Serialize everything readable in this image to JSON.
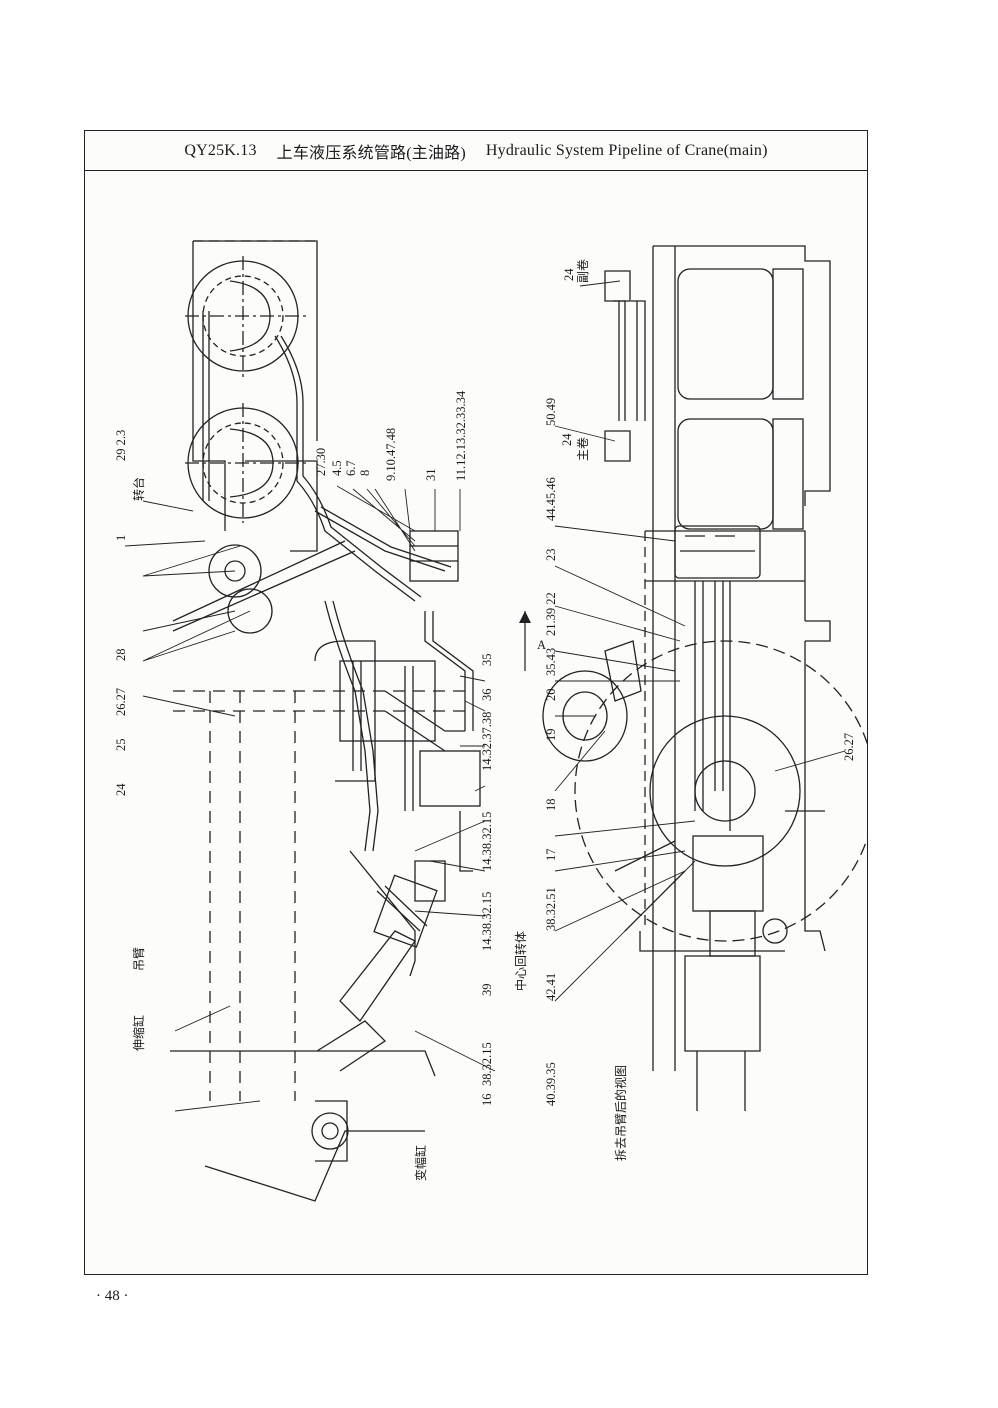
{
  "header": {
    "model_code": "QY25K.13",
    "title_cn": "上车液压系统管路(主油路)",
    "title_en": "Hydraulic System Pipeline of Crane(main)"
  },
  "left_view": {
    "part_labels": {
      "zhuantai": "转台",
      "l_29_2_3": "29 2.3",
      "l_1": "1",
      "l_28": "28",
      "l_26_27": "26.27",
      "l_25": "25",
      "l_24": "24",
      "l_27_30": "27.30",
      "l_4_5": "4.5",
      "l_6_7": "6.7",
      "l_8": "8",
      "l_9_10_47_48": "9.10.47.48",
      "l_31": "31",
      "l_11_12_13": "11.12.13.32.33.34",
      "l_35": "35",
      "l_36": "36",
      "l_32_37_38": "14.32.37.38",
      "l_14_38_32_15a": "14.38.32.15",
      "l_14_38_32_15b": "14.38.32.15",
      "l_39": "39",
      "l_38_32_15": "38.32.15",
      "l_16": "16",
      "zhongxin": "中心回转体",
      "diaobi": "吊臂",
      "shensuo": "伸缩缸",
      "bianfu": "变幅缸",
      "view_arrow": "A"
    }
  },
  "right_view": {
    "part_labels": {
      "l_24a": "24",
      "fujuan": "副卷",
      "l_50_49": "50.49",
      "l_24b": "24",
      "zhujuan": "主卷",
      "l_44_45_46": "44.45.46",
      "l_23": "23",
      "l_21_39_22": "21.39 22",
      "l_35_43": "35.43",
      "l_20": "20",
      "l_19": "19",
      "l_18": "18",
      "l_17": "17",
      "l_38_32_51": "38.32.51",
      "l_42_41": "42.41",
      "l_40_39_35": "40.39.35",
      "l_26_27": "26.27",
      "caption": "拆去吊臂后的视图"
    }
  },
  "footer": {
    "page": "· 48 ·"
  }
}
